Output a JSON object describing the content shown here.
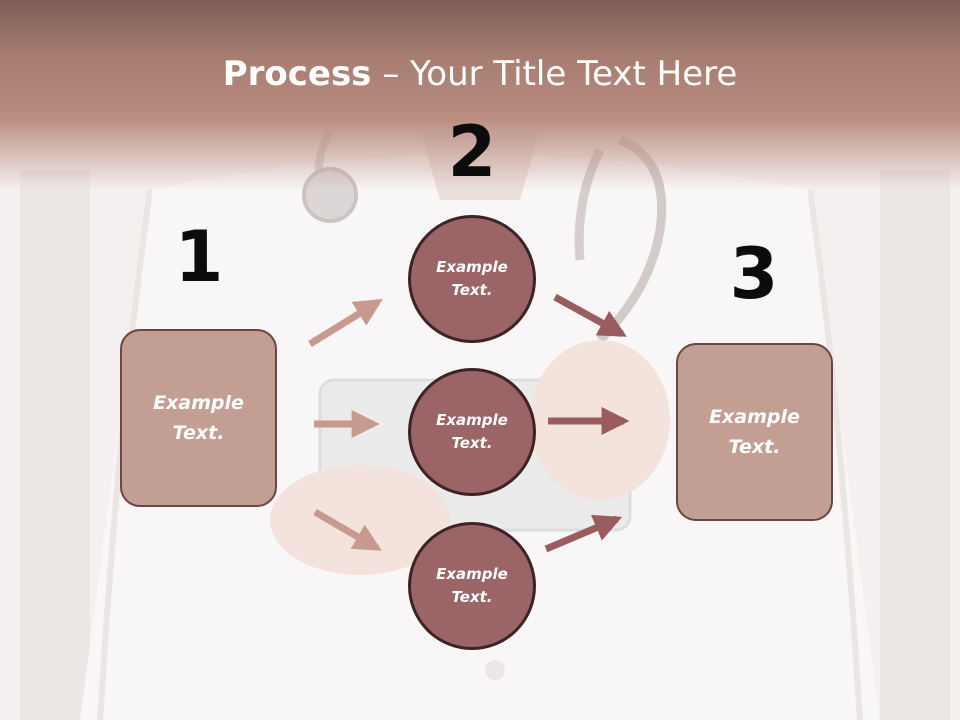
{
  "title": {
    "bold": "Process",
    "rest": " – Your Title Text Here"
  },
  "steps": [
    {
      "number": "1"
    },
    {
      "number": "2"
    },
    {
      "number": "3"
    }
  ],
  "left_box": {
    "line1": "Example",
    "line2": "Text."
  },
  "circles": [
    {
      "line1": "Example",
      "line2": "Text."
    },
    {
      "line1": "Example",
      "line2": "Text."
    },
    {
      "line1": "Example",
      "line2": "Text."
    }
  ],
  "right_box": {
    "line1": "Example",
    "line2": "Text."
  },
  "colors": {
    "header": "#a77d71",
    "box_fill": "#c39f93",
    "circle_fill": "#9b6466",
    "arrow_light": "#c8998e",
    "arrow_dark": "#9a5c5e"
  }
}
